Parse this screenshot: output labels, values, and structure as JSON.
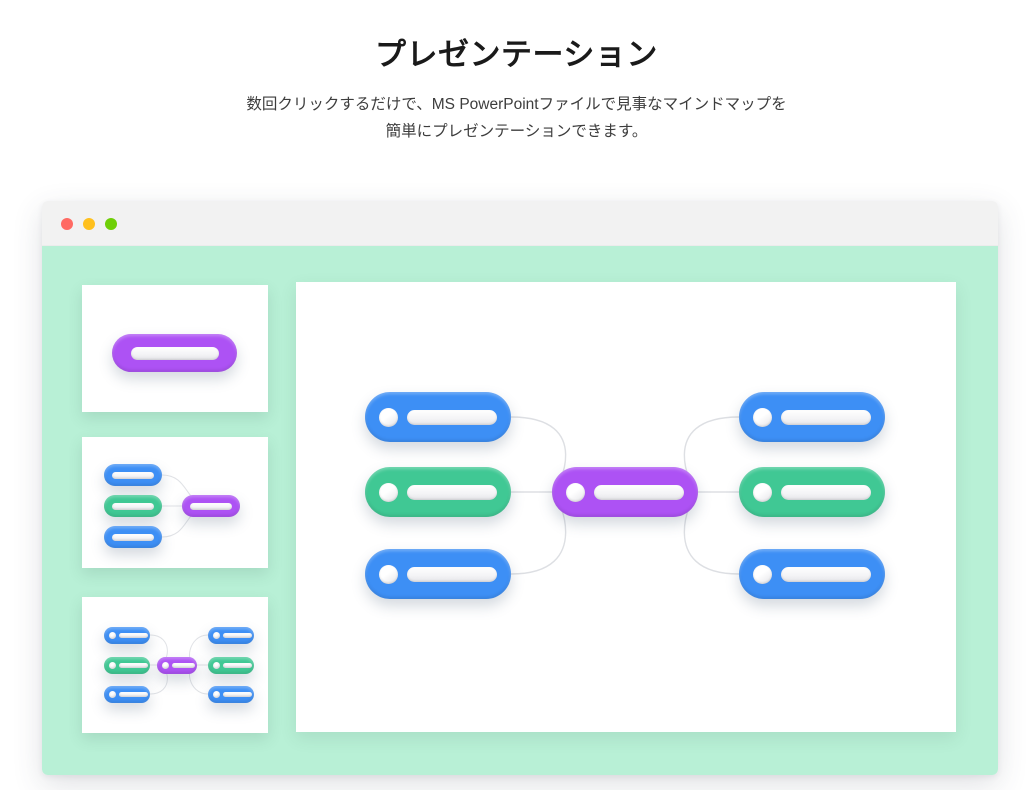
{
  "header": {
    "title": "プレゼンテーション",
    "subtitle_line1": "数回クリックするだけで、MS PowerPointファイルで見事なマインドマップを",
    "subtitle_line2": "簡単にプレゼンテーションできます。"
  },
  "window": {
    "traffic_lights": [
      {
        "name": "close",
        "color": "#ff6a63"
      },
      {
        "name": "minimize",
        "color": "#ffc01e"
      },
      {
        "name": "maximize",
        "color": "#6fcf07"
      }
    ],
    "workspace_color": "#b8f0d6",
    "canvas_color": "#ffffff"
  },
  "palette": {
    "blue": "#3d8ff5",
    "green": "#40c894",
    "purple": "#ad52f4",
    "mint": "#b8f0d6",
    "connector": "#dddfe3",
    "titlebar": "#f2f2f2"
  },
  "slide_thumbnails": [
    {
      "index": 1,
      "name": "slide-thumbnail-1",
      "description": "single-purple-root-node",
      "nodes": [
        {
          "color": "purple",
          "label": ""
        }
      ]
    },
    {
      "index": 2,
      "name": "slide-thumbnail-2",
      "description": "three-left-branches-to-purple-root",
      "nodes": [
        {
          "color": "blue",
          "label": ""
        },
        {
          "color": "green",
          "label": ""
        },
        {
          "color": "blue",
          "label": ""
        },
        {
          "color": "purple",
          "label": ""
        }
      ]
    },
    {
      "index": 3,
      "name": "slide-thumbnail-3",
      "description": "full-mindmap-three-left-three-right",
      "nodes": [
        {
          "color": "blue",
          "label": ""
        },
        {
          "color": "green",
          "label": ""
        },
        {
          "color": "blue",
          "label": ""
        },
        {
          "color": "purple",
          "label": ""
        },
        {
          "color": "blue",
          "label": ""
        },
        {
          "color": "green",
          "label": ""
        },
        {
          "color": "blue",
          "label": ""
        }
      ]
    }
  ],
  "canvas": {
    "name": "mindmap-canvas",
    "center_node": {
      "color": "purple",
      "label": ""
    },
    "left_nodes": [
      {
        "color": "blue",
        "label": ""
      },
      {
        "color": "green",
        "label": ""
      },
      {
        "color": "blue",
        "label": ""
      }
    ],
    "right_nodes": [
      {
        "color": "blue",
        "label": ""
      },
      {
        "color": "green",
        "label": ""
      },
      {
        "color": "blue",
        "label": ""
      }
    ]
  }
}
